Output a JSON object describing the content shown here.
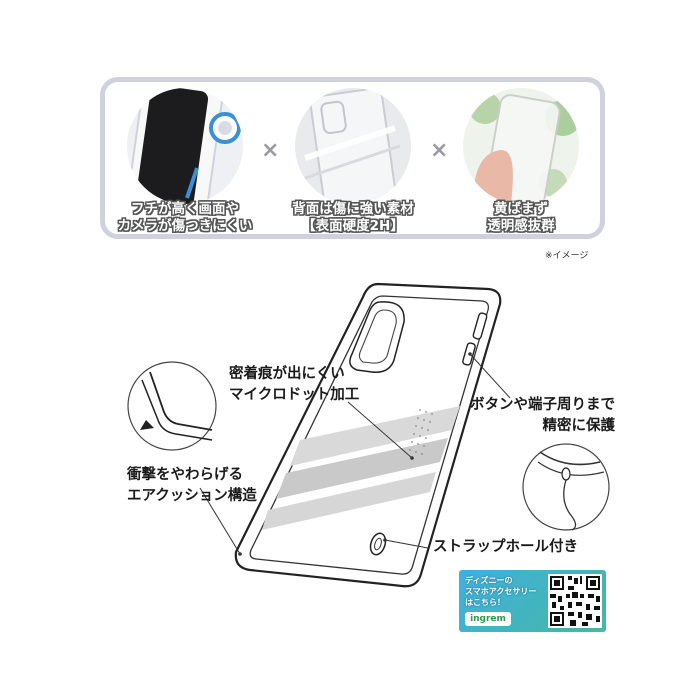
{
  "banner": {
    "features": [
      {
        "caption_line1": "フチが高く画面や",
        "caption_line2": "カメラが傷つきにくい",
        "icon": "raised-edge-phone-photo"
      },
      {
        "caption_line1": "背面は傷に強い素材",
        "caption_line2": "【表面硬度2H】",
        "icon": "clear-back-photo"
      },
      {
        "caption_line1": "黄ばまず",
        "caption_line2": "透明感抜群",
        "icon": "hand-holding-case-photo"
      }
    ],
    "multiply_symbol": "×",
    "image_note": "※イメージ"
  },
  "diagram": {
    "callouts": {
      "microdot_line1": "密着痕が出にくい",
      "microdot_line2": "マイクロドット加工",
      "buttons_line1": "ボタンや端子周りまで",
      "buttons_line2": "精密に保護",
      "cushion_line1": "衝撃をやわらげる",
      "cushion_line2": "エアクッション構造",
      "strap": "ストラップホール付き"
    }
  },
  "promo": {
    "line1": "ディズニーの",
    "line2": "スマホアクセサリー",
    "line3": "はこちら！",
    "logo_text": "ingrem",
    "qr_icon": "qr-code-icon",
    "colors": {
      "bg_start": "#3fb0e0",
      "bg_end": "#46b8a0"
    }
  }
}
